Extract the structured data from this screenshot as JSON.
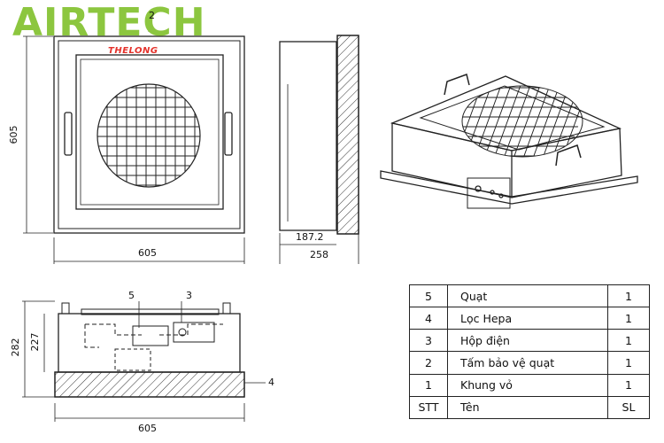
{
  "logo": {
    "brand": "AIRTECH",
    "sub": "THELONG"
  },
  "front_view": {
    "callout": "2",
    "height_dim": "605",
    "width_dim": "605"
  },
  "side_view": {
    "inner_dim": "187.2",
    "depth_dim": "258"
  },
  "section_view": {
    "callout_fan": "5",
    "callout_box": "3",
    "callout_filter": "4",
    "total_height_dim": "282",
    "body_height_dim": "227",
    "width_dim": "605"
  },
  "bom": {
    "header": {
      "stt": "STT",
      "name": "Tên",
      "qty": "SL"
    },
    "rows": [
      {
        "stt": "5",
        "name": "Quạt",
        "qty": "1"
      },
      {
        "stt": "4",
        "name": "Lọc Hepa",
        "qty": "1"
      },
      {
        "stt": "3",
        "name": "Hộp điện",
        "qty": "1"
      },
      {
        "stt": "2",
        "name": "Tấm bảo vệ quạt",
        "qty": "1"
      },
      {
        "stt": "1",
        "name": "Khung vỏ",
        "qty": "1"
      }
    ]
  },
  "colors": {
    "brand_green": "#8cc63f",
    "brand_red": "#e4322b",
    "line": "#222222"
  }
}
